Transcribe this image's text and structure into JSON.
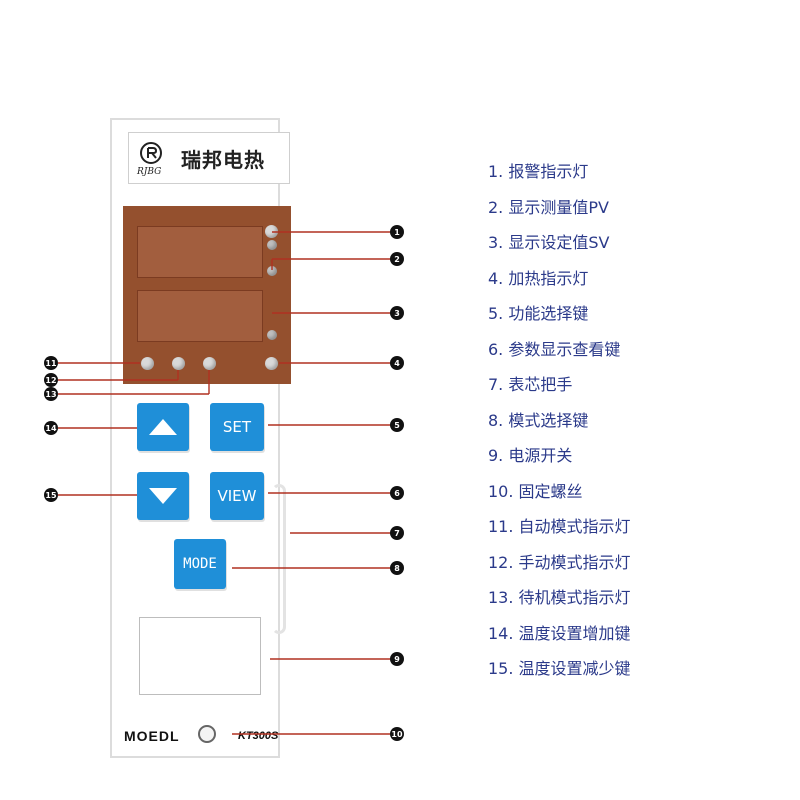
{
  "brand": {
    "logo_text": "RJBG",
    "name": "瑞邦电热"
  },
  "buttons": {
    "set": "SET",
    "view": "VIEW",
    "mode": "MODE"
  },
  "model": {
    "label": "MOEDL",
    "code": "KT300S"
  },
  "callouts": [
    "1",
    "2",
    "3",
    "4",
    "5",
    "6",
    "7",
    "8",
    "9",
    "10",
    "11",
    "12",
    "13",
    "14",
    "15"
  ],
  "legend": [
    "1. 报警指示灯",
    "2. 显示测量值PV",
    "3. 显示设定值SV",
    "4. 加热指示灯",
    "5. 功能选择键",
    "6. 参数显示查看键",
    "7. 表芯把手",
    "8. 模式选择键",
    "9. 电源开关",
    "10. 固定螺丝",
    "11. 自动模式指示灯",
    "12. 手动模式指示灯",
    "13. 待机模式指示灯",
    "14. 温度设置增加键",
    "15. 温度设置减少键"
  ],
  "colors": {
    "button_blue": "#1f8fd8",
    "display_brown": "#94502e",
    "legend_text": "#2b3a8a",
    "callout_line": "#b03020"
  }
}
